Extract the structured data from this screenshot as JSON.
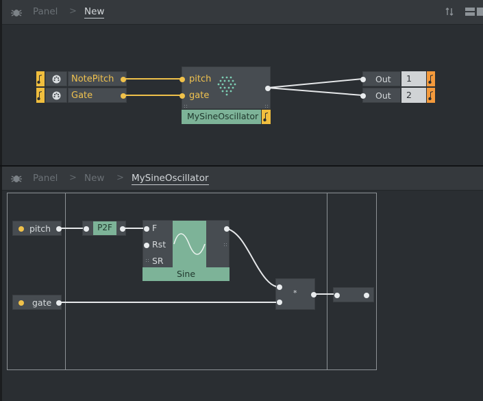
{
  "top_panel": {
    "breadcrumb": [
      "Panel",
      "New"
    ],
    "sort_icon": "sort-icon",
    "layout_icon": "layout-icon",
    "inputs": [
      {
        "label": "NotePitch"
      },
      {
        "label": "Gate"
      }
    ],
    "module": {
      "ports": [
        "pitch",
        "gate"
      ],
      "name": "MySineOscillator"
    },
    "outputs": [
      {
        "label": "Out",
        "index": "1"
      },
      {
        "label": "Out",
        "index": "2"
      }
    ]
  },
  "bottom_panel": {
    "breadcrumb": [
      "Panel",
      "New",
      "MySineOscillator"
    ],
    "inputs": [
      {
        "label": "pitch"
      },
      {
        "label": "gate"
      }
    ],
    "p2f_label": "P2F",
    "sine": {
      "ports": [
        "F",
        "Rst",
        "SR"
      ],
      "name": "Sine"
    },
    "multiply_label": "*"
  },
  "colors": {
    "accent_yellow": "#f0c14a",
    "accent_orange": "#f49a3c",
    "module_teal": "#7db398",
    "wire": "#e6e8ea",
    "wire_yellow": "#f0c14a"
  }
}
